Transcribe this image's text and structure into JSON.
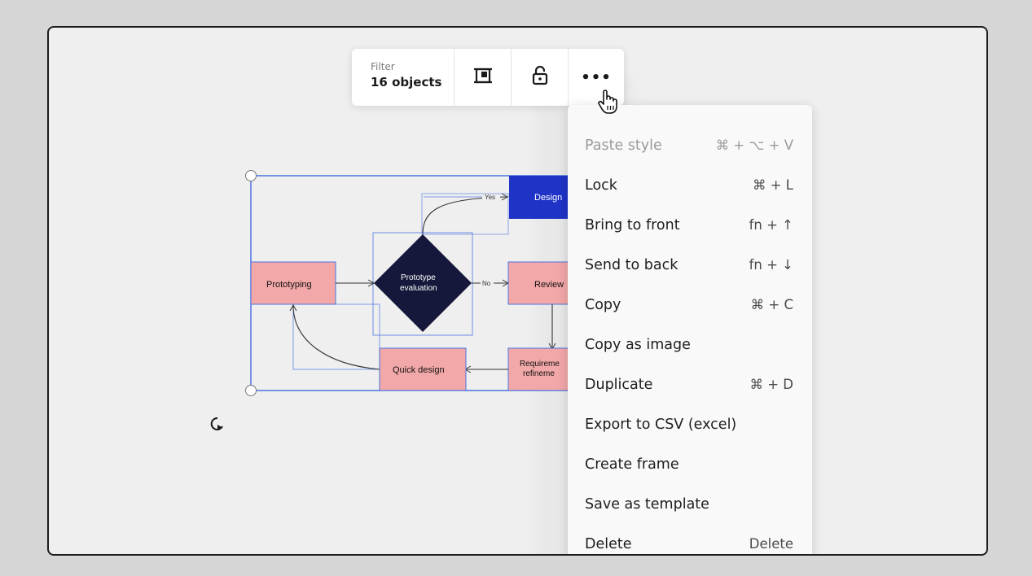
{
  "toolbar": {
    "filter_label": "Filter",
    "filter_value": "16 objects",
    "buttons": [
      {
        "icon": "frame-icon"
      },
      {
        "icon": "unlock-icon"
      },
      {
        "icon": "more-icon",
        "label": "•••"
      }
    ]
  },
  "menu": {
    "items": [
      {
        "label": "Paste style",
        "shortcut": "⌘ + ⌥ + V",
        "disabled": true
      },
      {
        "label": "Lock",
        "shortcut": "⌘ + L"
      },
      {
        "label": "Bring to front",
        "shortcut": "fn + ↑"
      },
      {
        "label": "Send to back",
        "shortcut": "fn + ↓"
      },
      {
        "label": "Copy",
        "shortcut": "⌘ + C"
      },
      {
        "label": "Copy as image",
        "shortcut": ""
      },
      {
        "label": "Duplicate",
        "shortcut": "⌘ + D"
      },
      {
        "label": "Export to CSV (excel)",
        "shortcut": ""
      },
      {
        "label": "Create frame",
        "shortcut": ""
      },
      {
        "label": "Save as template",
        "shortcut": ""
      },
      {
        "label": "Delete",
        "shortcut": "Delete"
      }
    ]
  },
  "diagram": {
    "nodes": {
      "prototyping": "Prototyping",
      "evaluation_line1": "Prototype",
      "evaluation_line2": "evaluation",
      "design": "Design",
      "review": "Review",
      "quick_design": "Quick design",
      "requirements_line1": "Requireme",
      "requirements_line2": "refineme"
    },
    "edge_labels": {
      "yes": "Yes",
      "no": "No"
    },
    "colors": {
      "pink": "#f2a7a8",
      "blue_box": "#1f34c7",
      "diamond": "#15183a",
      "selection": "#4a74e0"
    }
  }
}
